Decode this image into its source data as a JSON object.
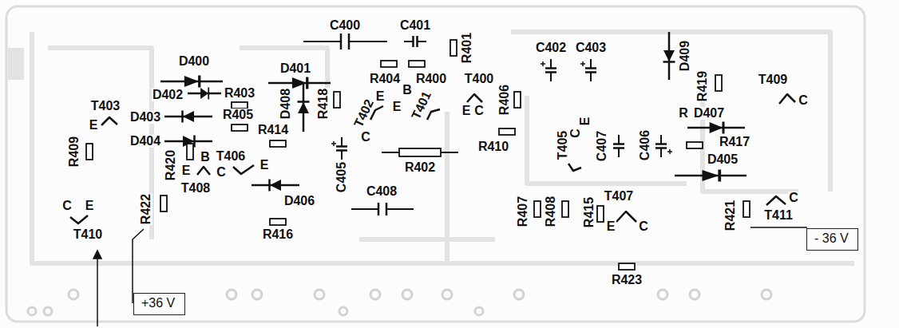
{
  "diagram": {
    "nodes": [
      {
        "text": [
          "+36 V"
        ]
      },
      {
        "text": [
          "- 36 V"
        ]
      }
    ],
    "labels": [
      "C400",
      "C401",
      "R401",
      "C402",
      "C403",
      "D409",
      "D400",
      "D401",
      "R404",
      "R400",
      "T400",
      "R419",
      "T409",
      "D402",
      "R403",
      "T403",
      "B",
      "D403",
      "R405",
      "D408",
      "R418",
      "E",
      "E",
      "T402",
      "T401",
      "E",
      "C",
      "R406",
      "R",
      "D407",
      "C",
      "E",
      "D404",
      "R414",
      "C",
      "R417",
      "T405",
      "C",
      "E",
      "C407",
      "C406",
      "R410",
      "R409",
      "D405",
      "B",
      "T406",
      "E",
      "R420",
      "E",
      "C",
      "T408",
      "C405",
      "R402",
      "D406",
      "C408",
      "C",
      "E",
      "R422",
      "R407",
      "R408",
      "R415",
      "T407",
      "R421",
      "C",
      "E",
      "C",
      "T411",
      "T410",
      "R416",
      "R423"
    ]
  }
}
